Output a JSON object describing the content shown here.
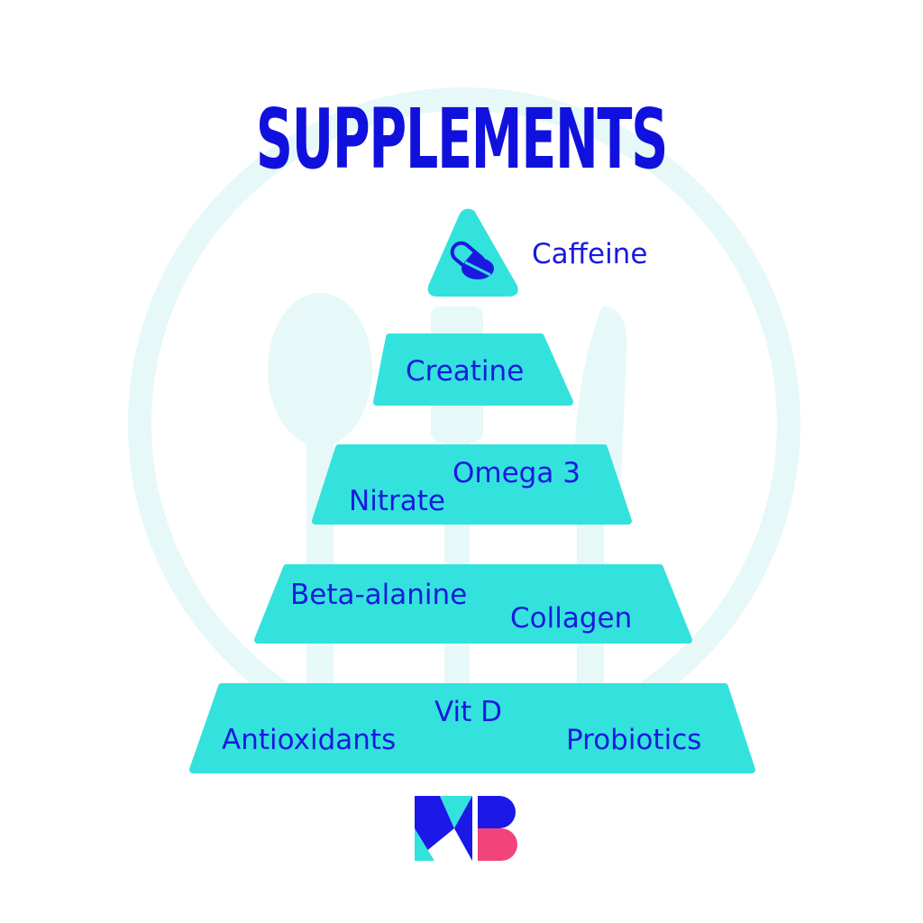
{
  "title": "SUPPLEMENTS",
  "colors": {
    "title": "#1111dd",
    "label": "#1a1adf",
    "tier_fill": "#33e2dc",
    "background_motif": "#e6f8f7",
    "logo_blue": "#1b18e8",
    "logo_teal": "#33e2dc",
    "logo_pink": "#f0447a"
  },
  "pyramid": {
    "top": {
      "icon": "pill-capsule-icon",
      "label": "Caffeine"
    },
    "tier2": {
      "labels": [
        "Creatine"
      ]
    },
    "tier3": {
      "labels": [
        "Omega 3",
        "Nitrate"
      ]
    },
    "tier4": {
      "labels": [
        "Beta-alanine",
        "Collagen"
      ]
    },
    "tier5": {
      "labels": [
        "Vit D",
        "Antioxidants",
        "Probiotics"
      ]
    }
  },
  "logo": {
    "name": "mb-logo"
  }
}
